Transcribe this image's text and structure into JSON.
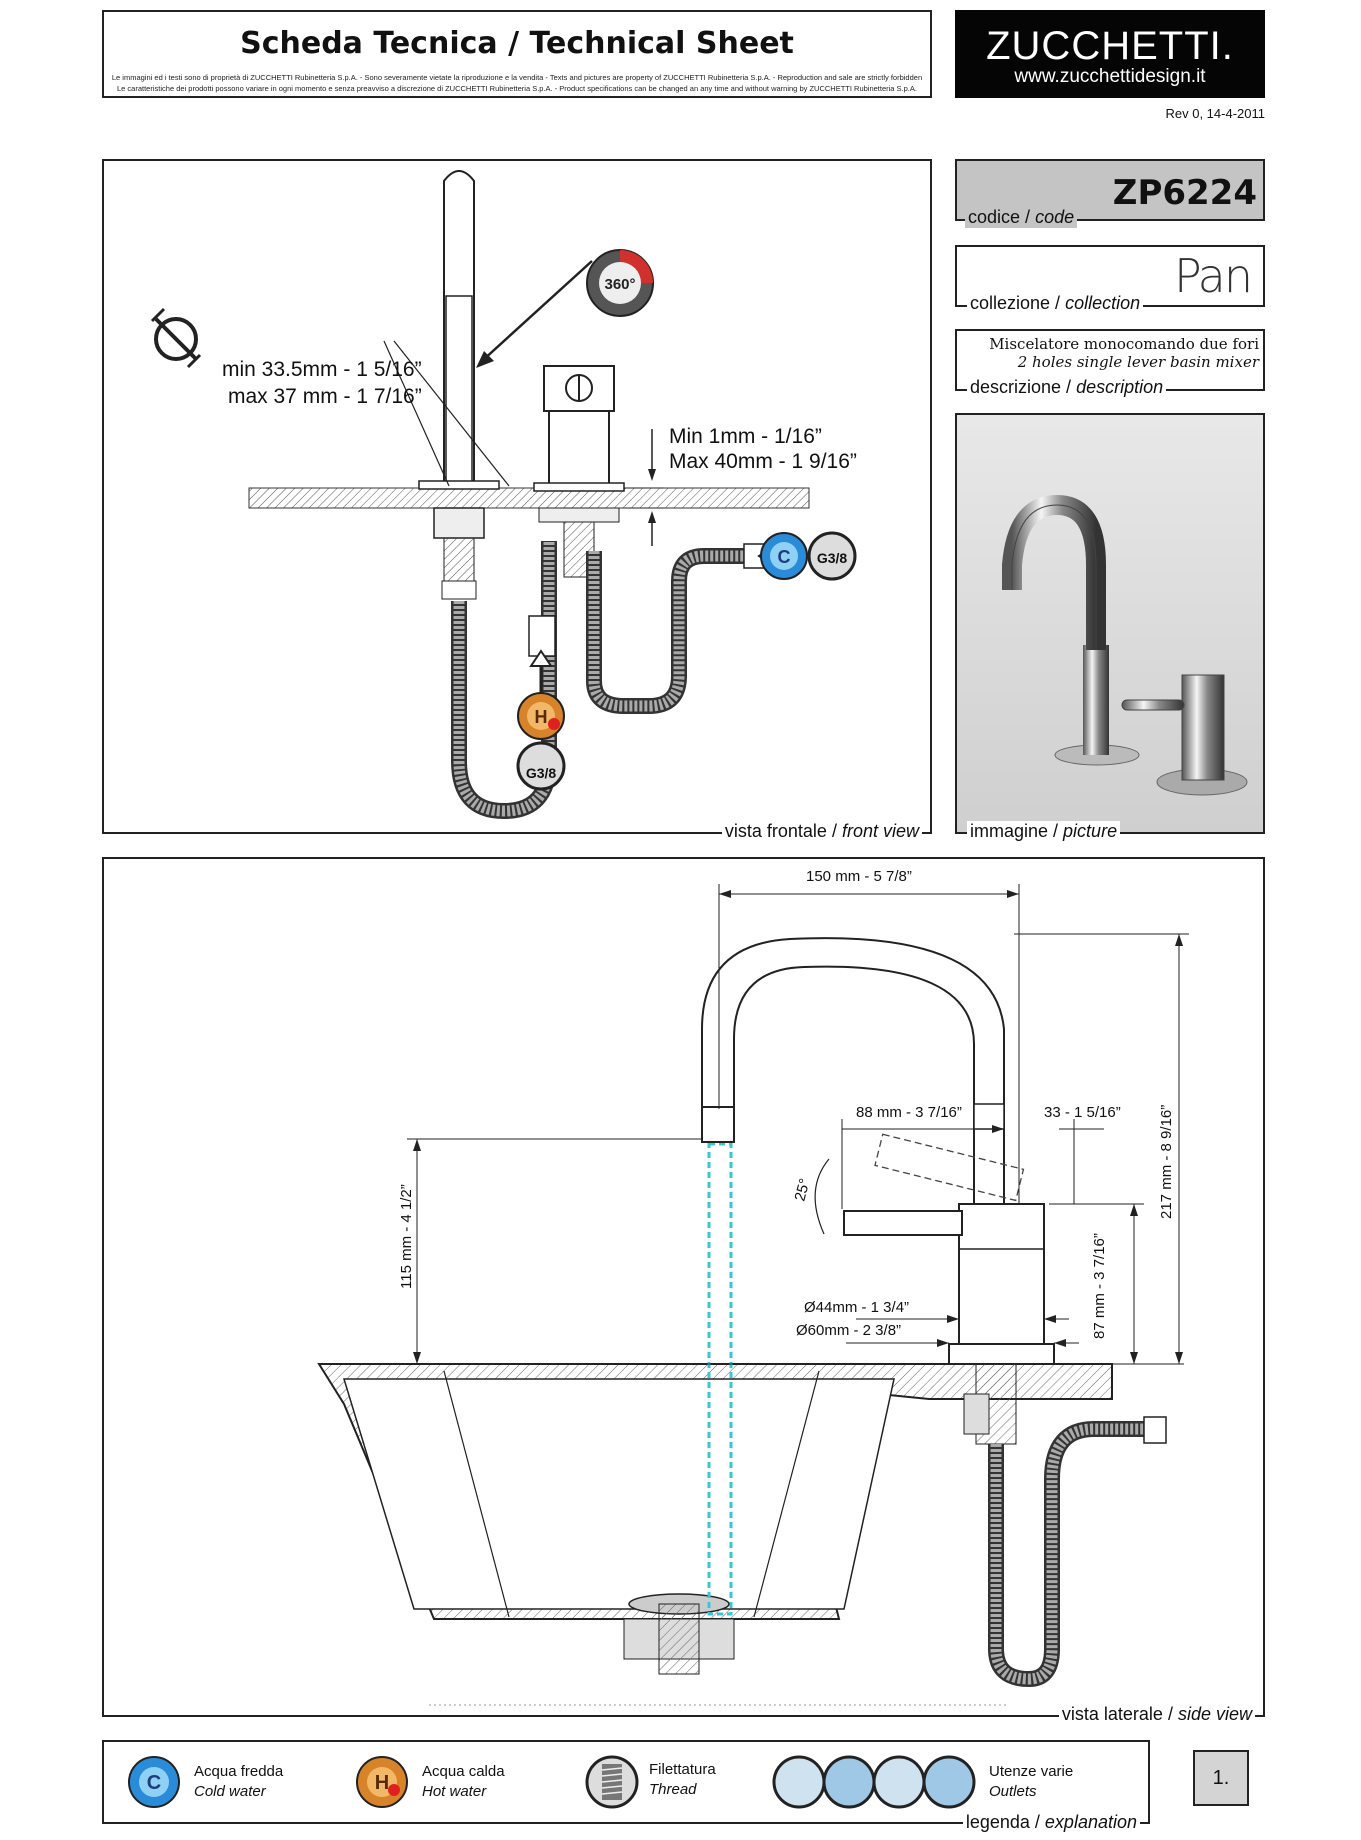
{
  "header": {
    "title_it": "Scheda Tecnica",
    "title_sep": "/",
    "title_en": "Technical Sheet",
    "disclaimer_line1": "Le immagini ed i testi sono di proprietà di ZUCCHETTI Rubinetteria S.p.A. - Sono severamente vietate la riproduzione e la vendita - Texts and pictures are property of ZUCCHETTI Rubinetteria S.p.A. - Reproduction and sale are strictly forbidden",
    "disclaimer_line2": "Le caratteristiche dei prodotti possono variare in ogni momento e senza preavviso a discrezione di ZUCCHETTI Rubinetteria S.p.A. - Product specifications can be changed an any time and without warning by ZUCCHETTI Rubinetteria S.p.A.",
    "brand": "ZUCCHETTI.",
    "website": "www.zucchettidesign.it",
    "revision": "Rev 0, 14-4-2011"
  },
  "front_view": {
    "caption_it": "vista frontale /",
    "caption_en": "front view",
    "hole_min": "min 33.5mm - 1 5/16”",
    "hole_max": "max 37 mm - 1 7/16”",
    "deck_min": "Min 1mm - 1/16”",
    "deck_max": "Max 40mm - 1 9/16”",
    "rotation_label": "360°",
    "thread_label": "G3/8",
    "hot_symbol": "H",
    "cold_symbol": "C"
  },
  "product": {
    "code_label_it": "codice /",
    "code_label_en": "code",
    "code": "ZP6224",
    "collection_label_it": "collezione /",
    "collection_label_en": "collection",
    "collection": "Pan",
    "description_it": "Miscelatore monocomando due fori",
    "description_en": "2 holes single lever basin mixer",
    "description_label_it": "descrizione /",
    "description_label_en": "description",
    "picture_label_it": "immagine /",
    "picture_label_en": "picture"
  },
  "side_view": {
    "caption_it": "vista laterale /",
    "caption_en": "side view",
    "dim_spout_reach": "150 mm - 5 7/8”",
    "dim_lever": "88 mm - 3 7/16”",
    "dim_lever_offset": "33 - 1 5/16”",
    "dim_angle": "25°",
    "dim_spout_height": "115 mm - 4 1/2”",
    "dim_total_height": "217 mm - 8 9/16”",
    "dim_body_height": "87 mm - 3 7/16”",
    "dim_body_dia": "Ø44mm - 1 3/4”",
    "dim_base_dia": "Ø60mm - 2 3/8”"
  },
  "legend": {
    "caption_it": "legenda /",
    "caption_en": "explanation",
    "items": [
      {
        "it": "Acqua fredda",
        "en": "Cold water"
      },
      {
        "it": "Acqua calda",
        "en": "Hot water"
      },
      {
        "it": "Filettatura",
        "en": "Thread"
      },
      {
        "it": "Utenze varie",
        "en": "Outlets"
      }
    ]
  },
  "page_number": "1."
}
